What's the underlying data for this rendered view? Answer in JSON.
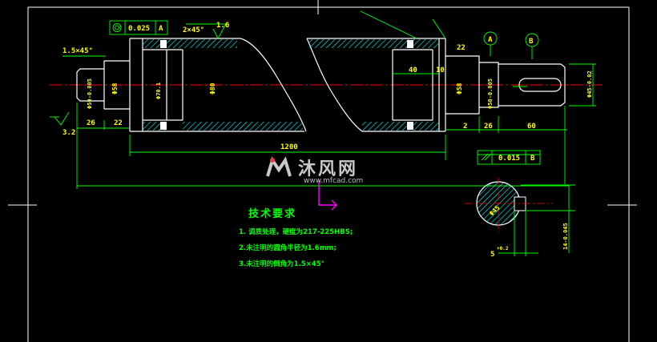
{
  "drawing": {
    "dims": {
      "chamfer_left": "1.5×45°",
      "chamfer_mid": "2×45°",
      "roughness_a": "1.6",
      "roughness_b": "3.2",
      "runout_value": "0.025",
      "runout_datum": "A",
      "datum_a": "A",
      "datum_b": "B",
      "d_left_end": "Φ50-0.005",
      "d_58_left": "Φ58",
      "d_inner": "Φ70.1",
      "d_main": "Φ80",
      "d_58_right": "Φ58",
      "d_right_bearing": "Φ50-0.005",
      "d_keyed": "Φ45-0.02",
      "len_26_left": "26",
      "len_22_left": "22",
      "len_1200": "1200",
      "len_40": "40",
      "len_10": "10",
      "len_22_right": "22",
      "len_2": "2",
      "len_26_right": "26",
      "len_60": "60",
      "parallel_value": "0.015",
      "parallel_datum": "B",
      "section_depth": "14-0.045",
      "section_key": "5",
      "section_key_tol": "+0.2",
      "section_dia": "Φ45"
    }
  },
  "tech": {
    "title": "技术要求",
    "items": [
      "1. 调质处理，硬度为217-225HBS;",
      "2.未注明的圆角半径为1.6mm;",
      "3.未注明的倒角为1.5×45°"
    ]
  },
  "watermark": {
    "text": "沐风网",
    "url": "www.mfcad.com"
  },
  "colors": {
    "outline": "#ffffff",
    "dimension": "#00ff00",
    "centerline": "#ff0000",
    "annotation": "#ffff00",
    "hatch": "#00ffff"
  }
}
